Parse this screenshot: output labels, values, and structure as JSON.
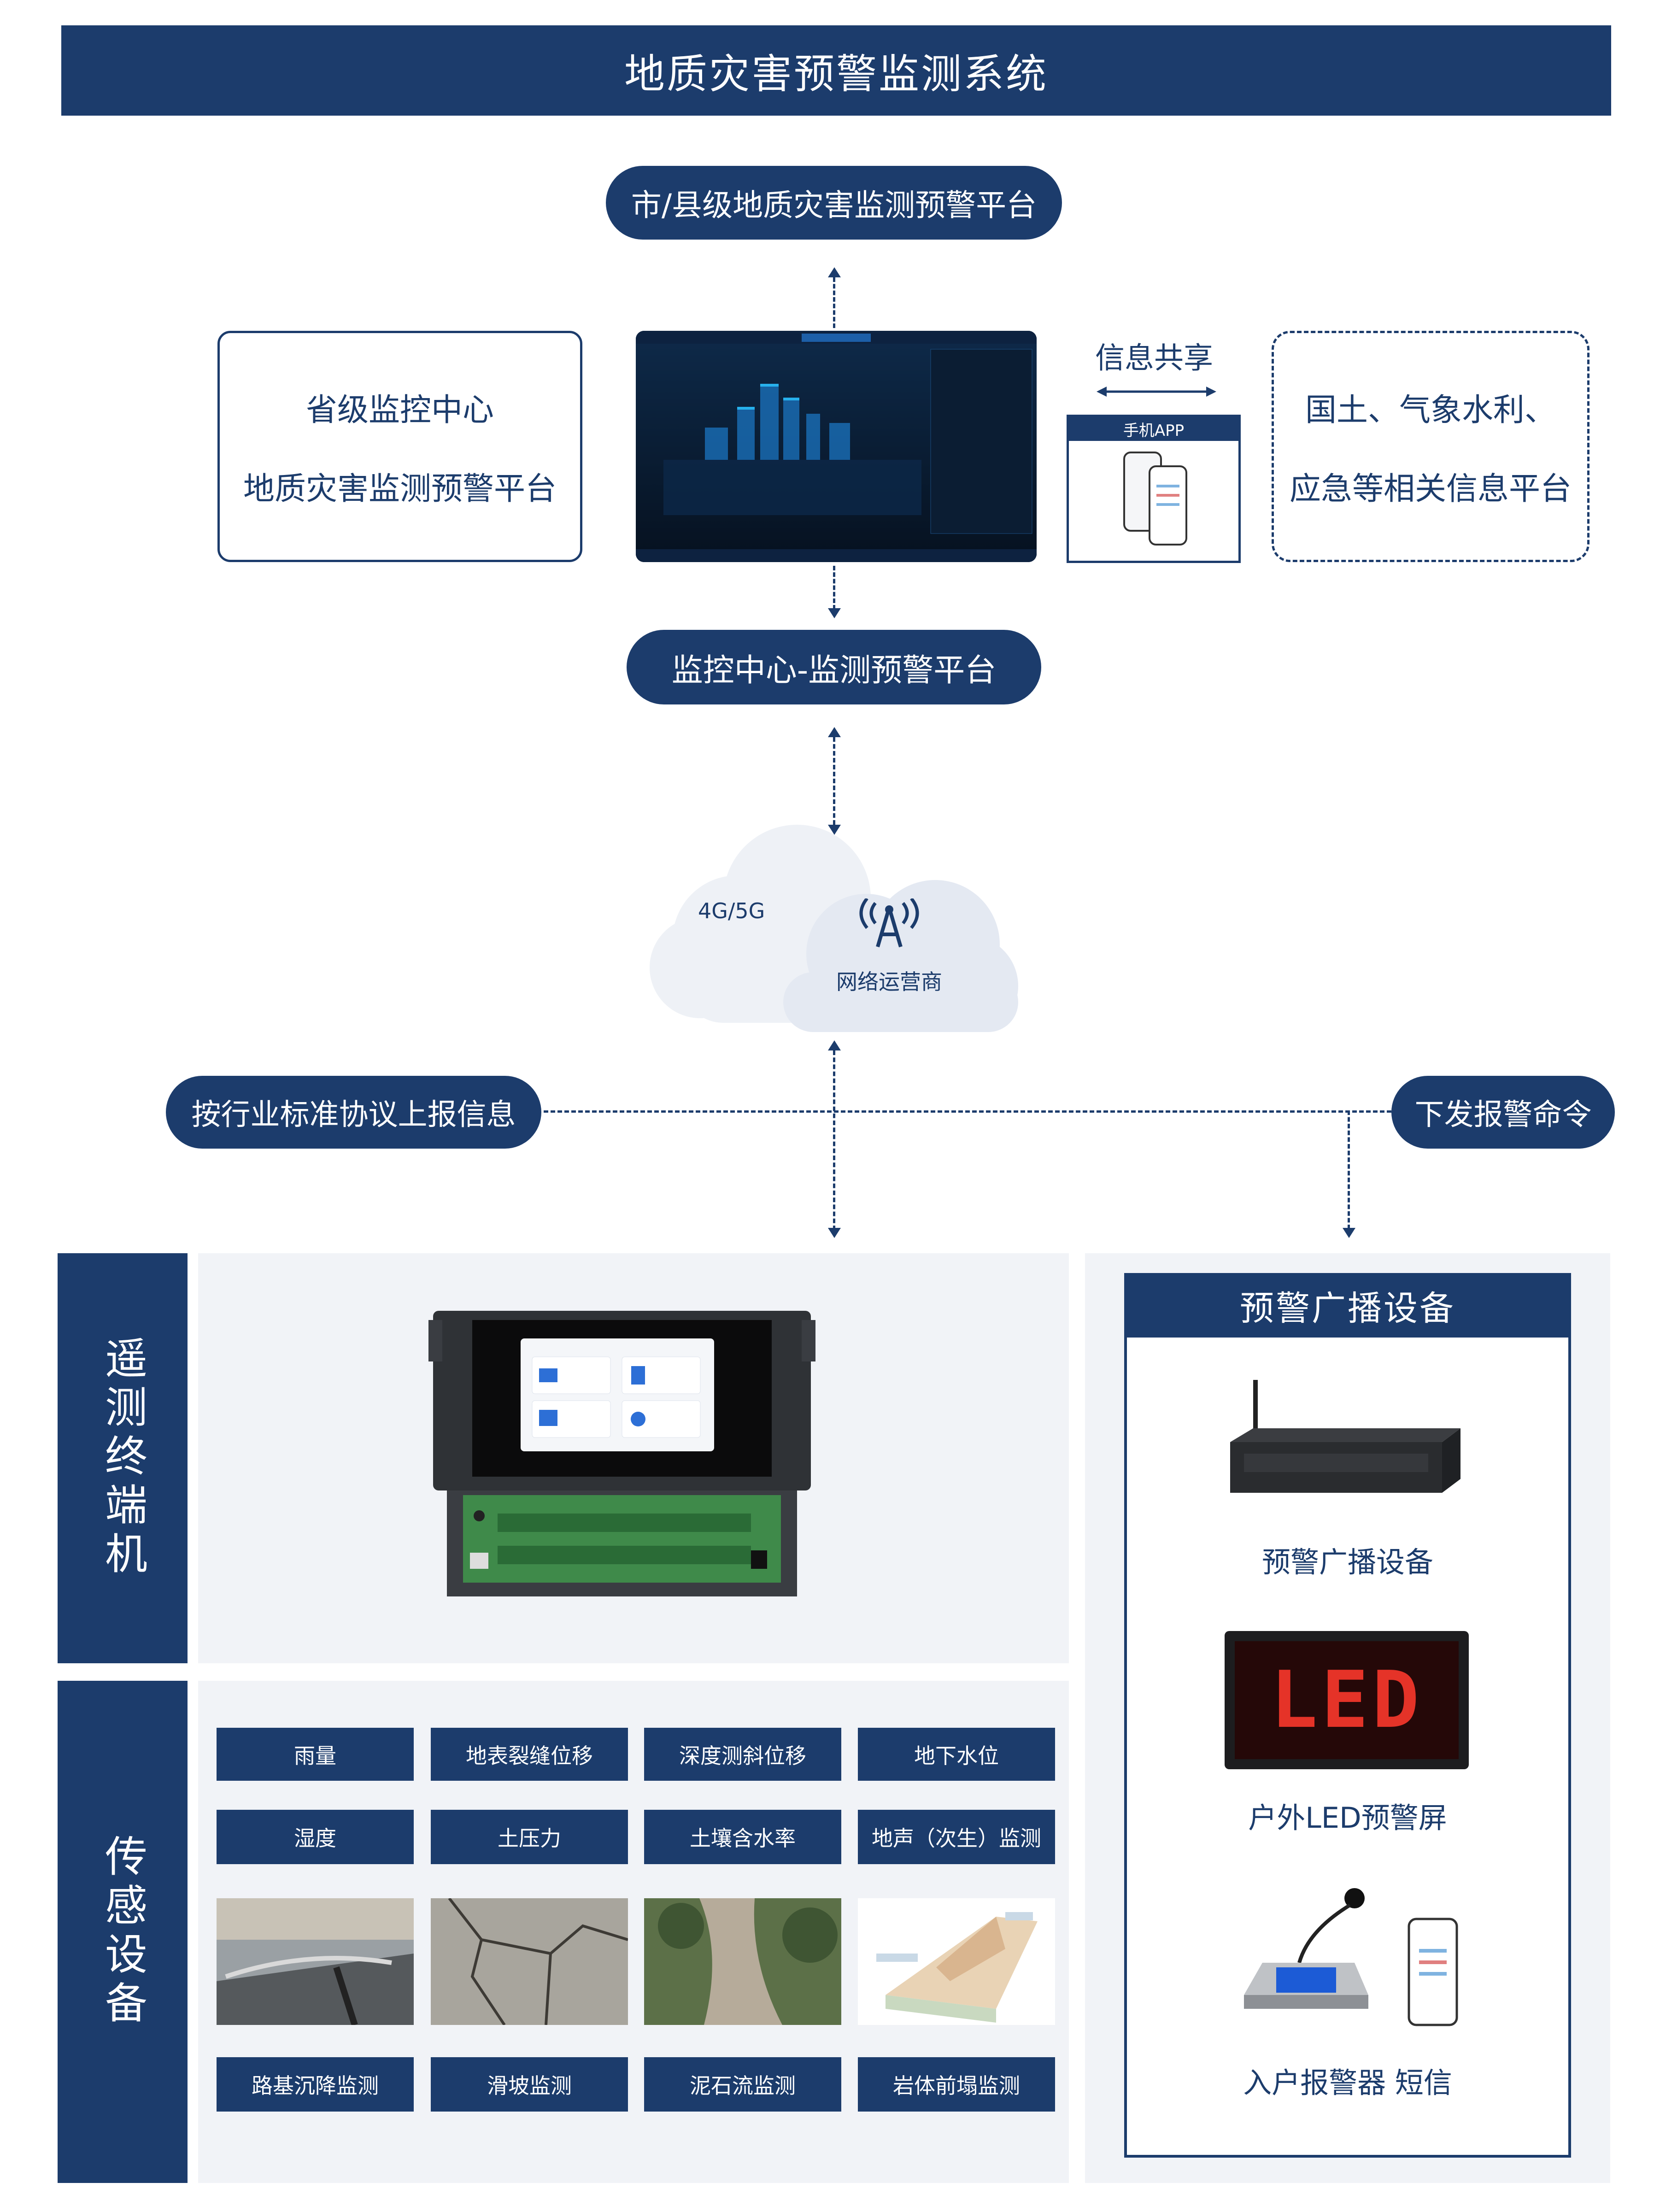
{
  "title": "地质灾害预警监测系统",
  "top_platform": "市/县级地质灾害监测预警平台",
  "left_box": {
    "line1": "省级监控中心",
    "line2": "地质灾害监测预警平台"
  },
  "share_label": "信息共享",
  "app_label": "手机APP",
  "right_box": {
    "line1": "国土、气象水利、",
    "line2": "应急等相关信息平台"
  },
  "center_platform": "监控中心-监测预警平台",
  "cloud": {
    "left": "4G/5G",
    "right": "网络运营商"
  },
  "report_label": "按行业标准协议上报信息",
  "command_label": "下发报警命令",
  "terminal_title": "遥测终端机",
  "sensor_title": "传感设备",
  "sensors": [
    "雨量",
    "地表裂缝位移",
    "深度测斜位移",
    "地下水位",
    "湿度",
    "土压力",
    "土壤含水率",
    "地声（次生）监测"
  ],
  "monitor_types": [
    "路基沉降监测",
    "滑坡监测",
    "泥石流监测",
    "岩体前塌监测"
  ],
  "warning_panel": {
    "title": "预警广播设备",
    "devices": [
      "预警广播设备",
      "户外LED预警屏",
      "入户报警器 短信"
    ]
  },
  "led_text": "LED",
  "colors": {
    "navy": "#1c3c6c",
    "panel": "#f1f3f7"
  }
}
